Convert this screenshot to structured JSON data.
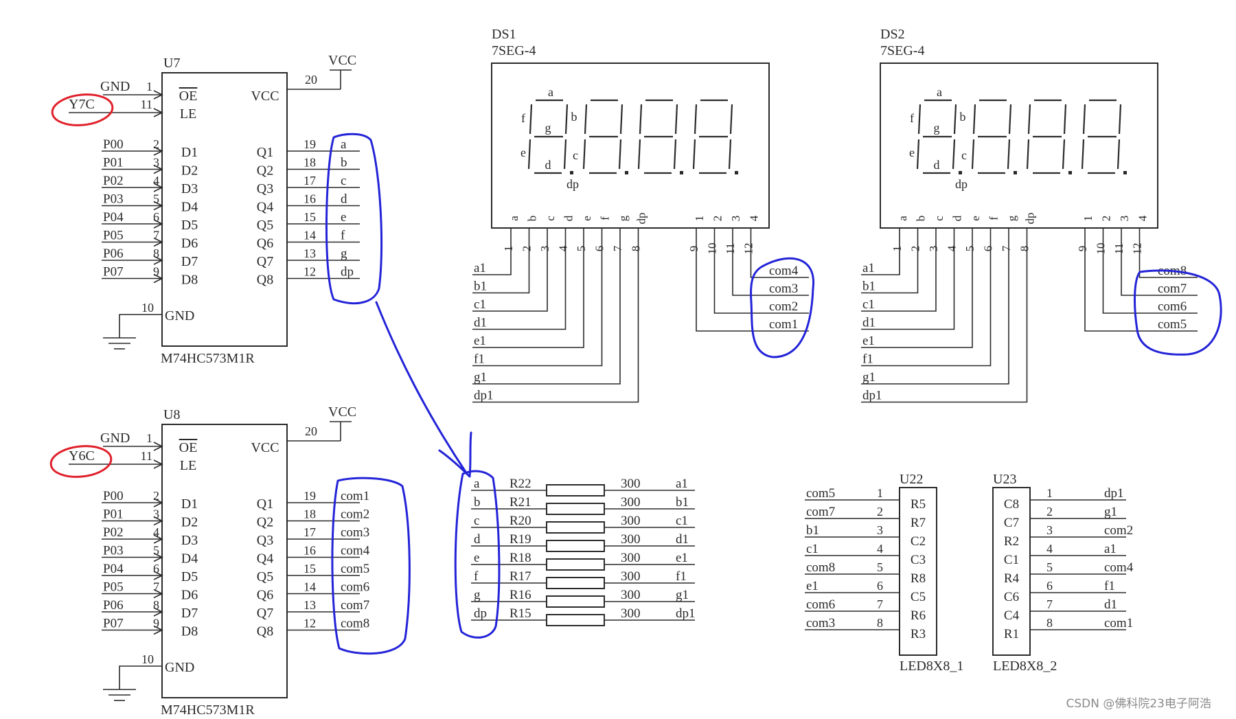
{
  "latches": [
    {
      "ref": "U7",
      "part": "M74HC573M1R",
      "net": "Y7C",
      "gnd_label": "GND",
      "vcc_label": "VCC",
      "oe_pin": "1",
      "le_pin": "11",
      "vcc_pin": "20",
      "gnd_pin": "10",
      "oe": "OE",
      "le": "LE",
      "vcc_in": "VCC",
      "gnd_in": "GND",
      "inputs": [
        {
          "net": "P00",
          "pin": "2",
          "d": "D1"
        },
        {
          "net": "P01",
          "pin": "3",
          "d": "D2"
        },
        {
          "net": "P02",
          "pin": "4",
          "d": "D3"
        },
        {
          "net": "P03",
          "pin": "5",
          "d": "D4"
        },
        {
          "net": "P04",
          "pin": "6",
          "d": "D5"
        },
        {
          "net": "P05",
          "pin": "7",
          "d": "D6"
        },
        {
          "net": "P06",
          "pin": "8",
          "d": "D7"
        },
        {
          "net": "P07",
          "pin": "9",
          "d": "D8"
        }
      ],
      "outputs": [
        {
          "q": "Q1",
          "pin": "19",
          "net": "a"
        },
        {
          "q": "Q2",
          "pin": "18",
          "net": "b"
        },
        {
          "q": "Q3",
          "pin": "17",
          "net": "c"
        },
        {
          "q": "Q4",
          "pin": "16",
          "net": "d"
        },
        {
          "q": "Q5",
          "pin": "15",
          "net": "e"
        },
        {
          "q": "Q6",
          "pin": "14",
          "net": "f"
        },
        {
          "q": "Q7",
          "pin": "13",
          "net": "g"
        },
        {
          "q": "Q8",
          "pin": "12",
          "net": "dp"
        }
      ]
    },
    {
      "ref": "U8",
      "part": "M74HC573M1R",
      "net": "Y6C",
      "gnd_label": "GND",
      "vcc_label": "VCC",
      "oe_pin": "1",
      "le_pin": "11",
      "vcc_pin": "20",
      "gnd_pin": "10",
      "oe": "OE",
      "le": "LE",
      "vcc_in": "VCC",
      "gnd_in": "GND",
      "inputs": [
        {
          "net": "P00",
          "pin": "2",
          "d": "D1"
        },
        {
          "net": "P01",
          "pin": "3",
          "d": "D2"
        },
        {
          "net": "P02",
          "pin": "4",
          "d": "D3"
        },
        {
          "net": "P03",
          "pin": "5",
          "d": "D4"
        },
        {
          "net": "P04",
          "pin": "6",
          "d": "D5"
        },
        {
          "net": "P05",
          "pin": "7",
          "d": "D6"
        },
        {
          "net": "P06",
          "pin": "8",
          "d": "D7"
        },
        {
          "net": "P07",
          "pin": "9",
          "d": "D8"
        }
      ],
      "outputs": [
        {
          "q": "Q1",
          "pin": "19",
          "net": "com1"
        },
        {
          "q": "Q2",
          "pin": "18",
          "net": "com2"
        },
        {
          "q": "Q3",
          "pin": "17",
          "net": "com3"
        },
        {
          "q": "Q4",
          "pin": "16",
          "net": "com4"
        },
        {
          "q": "Q5",
          "pin": "15",
          "net": "com5"
        },
        {
          "q": "Q6",
          "pin": "14",
          "net": "com6"
        },
        {
          "q": "Q7",
          "pin": "13",
          "net": "com7"
        },
        {
          "q": "Q8",
          "pin": "12",
          "net": "com8"
        }
      ]
    }
  ],
  "displays": [
    {
      "ref": "DS1",
      "part": "7SEG-4",
      "seg_labels": [
        "a",
        "b",
        "c",
        "d",
        "e",
        "f",
        "g",
        "dp"
      ],
      "seg_pins": [
        "1",
        "2",
        "3",
        "4",
        "5",
        "6",
        "7",
        "8"
      ],
      "seg_nets": [
        "a1",
        "b1",
        "c1",
        "d1",
        "e1",
        "f1",
        "g1",
        "dp1"
      ],
      "com_labels": [
        "1",
        "2",
        "3",
        "4"
      ],
      "com_pins": [
        "9",
        "10",
        "11",
        "12"
      ],
      "com_nets": [
        "com4",
        "com3",
        "com2",
        "com1"
      ],
      "digit_labels": {
        "a": "a",
        "b": "b",
        "c": "c",
        "d": "d",
        "e": "e",
        "f": "f",
        "g": "g",
        "dp": "dp"
      }
    },
    {
      "ref": "DS2",
      "part": "7SEG-4",
      "seg_labels": [
        "a",
        "b",
        "c",
        "d",
        "e",
        "f",
        "g",
        "dp"
      ],
      "seg_pins": [
        "1",
        "2",
        "3",
        "4",
        "5",
        "6",
        "7",
        "8"
      ],
      "seg_nets": [
        "a1",
        "b1",
        "c1",
        "d1",
        "e1",
        "f1",
        "g1",
        "dp1"
      ],
      "com_labels": [
        "1",
        "2",
        "3",
        "4"
      ],
      "com_pins": [
        "9",
        "10",
        "11",
        "12"
      ],
      "com_nets": [
        "com8",
        "com7",
        "com6",
        "com5"
      ],
      "digit_labels": {
        "a": "a",
        "b": "b",
        "c": "c",
        "d": "d",
        "e": "e",
        "f": "f",
        "g": "g",
        "dp": "dp"
      }
    }
  ],
  "resistors": [
    {
      "in": "a",
      "ref": "R22",
      "value": "300",
      "out": "a1"
    },
    {
      "in": "b",
      "ref": "R21",
      "value": "300",
      "out": "b1"
    },
    {
      "in": "c",
      "ref": "R20",
      "value": "300",
      "out": "c1"
    },
    {
      "in": "d",
      "ref": "R19",
      "value": "300",
      "out": "d1"
    },
    {
      "in": "e",
      "ref": "R18",
      "value": "300",
      "out": "e1"
    },
    {
      "in": "f",
      "ref": "R17",
      "value": "300",
      "out": "f1"
    },
    {
      "in": "g",
      "ref": "R16",
      "value": "300",
      "out": "g1"
    },
    {
      "in": "dp",
      "ref": "R15",
      "value": "300",
      "out": "dp1"
    }
  ],
  "matrix_left": {
    "ref": "U22",
    "part": "LED8X8_1",
    "rows": [
      {
        "net": "com5",
        "pin": "1",
        "label": "R5"
      },
      {
        "net": "com7",
        "pin": "2",
        "label": "R7"
      },
      {
        "net": "b1",
        "pin": "3",
        "label": "C2"
      },
      {
        "net": "c1",
        "pin": "4",
        "label": "C3"
      },
      {
        "net": "com8",
        "pin": "5",
        "label": "R8"
      },
      {
        "net": "e1",
        "pin": "6",
        "label": "C5"
      },
      {
        "net": "com6",
        "pin": "7",
        "label": "R6"
      },
      {
        "net": "com3",
        "pin": "8",
        "label": "R3"
      }
    ]
  },
  "matrix_right": {
    "ref": "U23",
    "part": "LED8X8_2",
    "rows": [
      {
        "label": "C8",
        "pin": "1",
        "net": "dp1"
      },
      {
        "label": "C7",
        "pin": "2",
        "net": "g1"
      },
      {
        "label": "R2",
        "pin": "3",
        "net": "com2"
      },
      {
        "label": "C1",
        "pin": "4",
        "net": "a1"
      },
      {
        "label": "R4",
        "pin": "5",
        "net": "com4"
      },
      {
        "label": "C6",
        "pin": "6",
        "net": "f1"
      },
      {
        "label": "C4",
        "pin": "7",
        "net": "d1"
      },
      {
        "label": "R1",
        "pin": "8",
        "net": "com1"
      }
    ]
  },
  "watermark": "CSDN @佛科院23电子阿浩",
  "annotation_colors": {
    "highlight": "#2323d8",
    "circle": "#e0202a"
  }
}
